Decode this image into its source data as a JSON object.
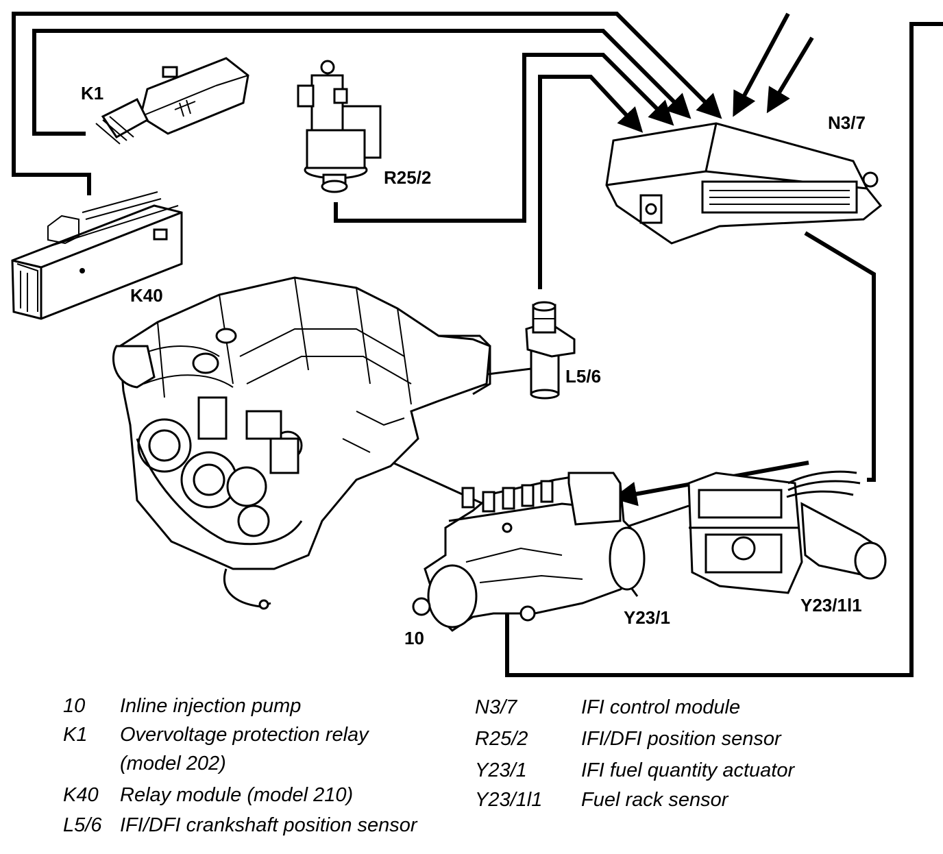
{
  "labels": {
    "k1": "K1",
    "r25_2": "R25/2",
    "n3_7": "N3/7",
    "k40": "K40",
    "l5_6": "L5/6",
    "y23_1": "Y23/1",
    "y23_1l1": "Y23/1l1",
    "pump": "10"
  },
  "legend": [
    {
      "code": "10",
      "desc": "Inline injection pump"
    },
    {
      "code": "K1",
      "desc": "Overvoltage protection relay"
    },
    {
      "code": "",
      "desc": "(model 202)"
    },
    {
      "code": "K40",
      "desc": "Relay module (model 210)"
    },
    {
      "code": "L5/6",
      "desc": "IFI/DFI crankshaft position sensor"
    },
    {
      "code": "N3/7",
      "desc": "IFI control module"
    },
    {
      "code": "R25/2",
      "desc": "IFI/DFI position sensor"
    },
    {
      "code": "Y23/1",
      "desc": "IFI fuel quantity actuator"
    },
    {
      "code": "Y23/1l1",
      "desc": "Fuel rack sensor"
    }
  ]
}
